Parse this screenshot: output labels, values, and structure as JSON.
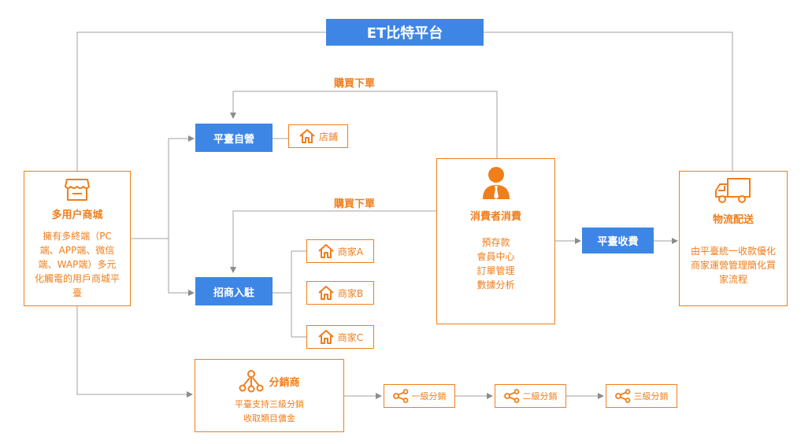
{
  "colors": {
    "accent": "#f07e1b",
    "blue": "#3d86e6",
    "line": "#999999"
  },
  "platform_title": "ET比特平台",
  "flow_labels": {
    "buy_order_top": "購買下單",
    "buy_order_mid": "購買下單"
  },
  "multi_user_mall": {
    "icon": "shop-icon",
    "title": "多用户商城",
    "description": "擁有多終端（PC端、APP端、微信端、WAP端）多元化觸電的用戶商城平臺"
  },
  "self_operated": {
    "label": "平臺自營",
    "store": "店鋪",
    "icon": "home-icon"
  },
  "merchant_entry": {
    "label": "招商入駐",
    "merchants": [
      "商家A",
      "商家B",
      "商家C"
    ],
    "icon": "home-icon"
  },
  "consumer": {
    "icon": "user-icon",
    "title": "消費者消費",
    "items": [
      "預存款",
      "會員中心",
      "訂單管理",
      "數據分析"
    ]
  },
  "platform_fee": "平臺收費",
  "logistics": {
    "icon": "truck-icon",
    "title": "物流配送",
    "description": "由平臺統一收款優化商家運營管理簡化買家流程"
  },
  "distributor": {
    "icon": "share-nodes-icon",
    "title": "分銷商",
    "lines": [
      "平臺支持三級分銷",
      "收取類目傭金"
    ],
    "levels": [
      "一級分銷",
      "二級分銷",
      "三級分銷"
    ]
  }
}
